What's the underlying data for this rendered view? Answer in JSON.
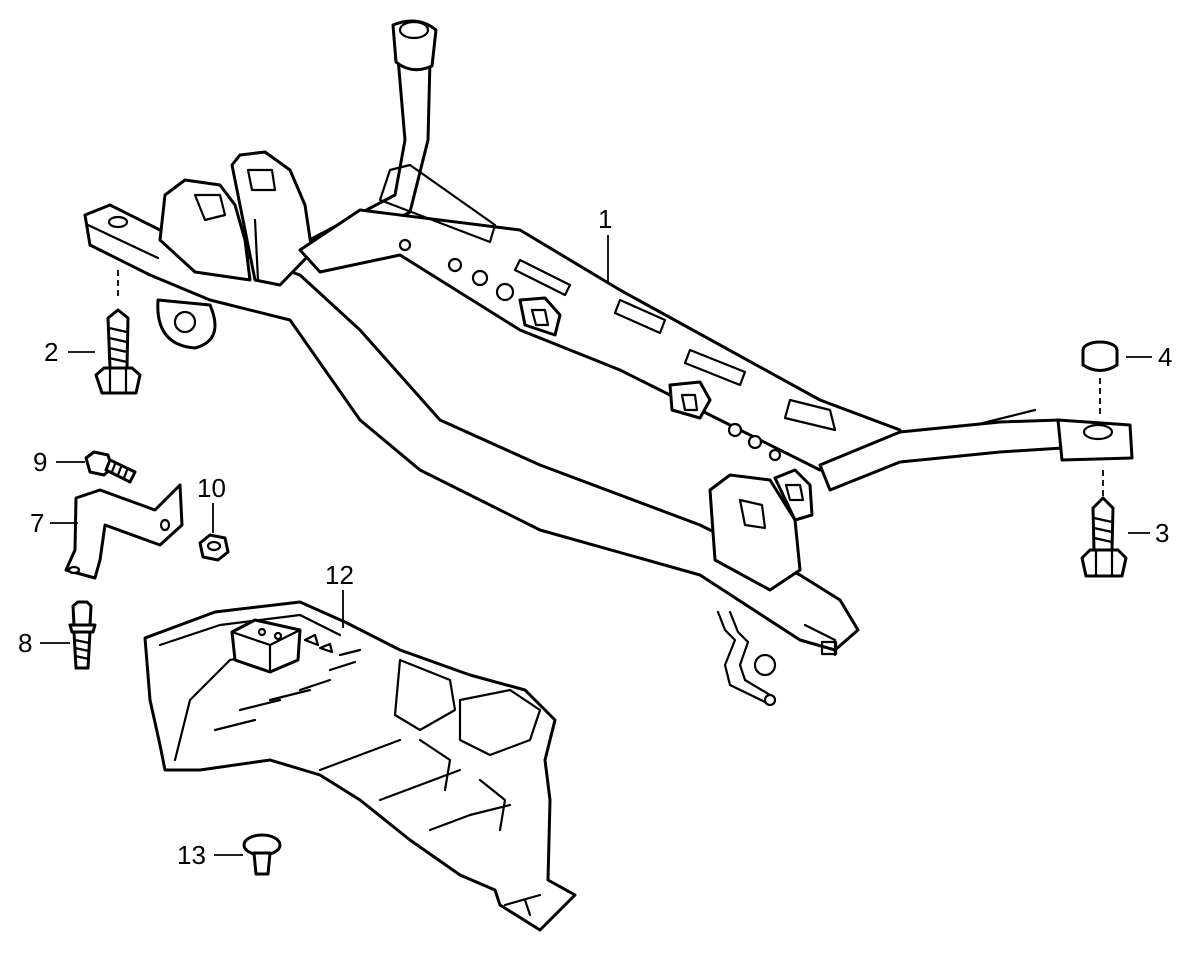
{
  "figure": {
    "type": "exploded parts diagram",
    "line_color": "#000000",
    "background": "#ffffff"
  },
  "callouts": {
    "c1": "1",
    "c2": "2",
    "c3": "3",
    "c4": "4",
    "c7": "7",
    "c8": "8",
    "c9": "9",
    "c10": "10",
    "c12": "12",
    "c13": "13"
  }
}
